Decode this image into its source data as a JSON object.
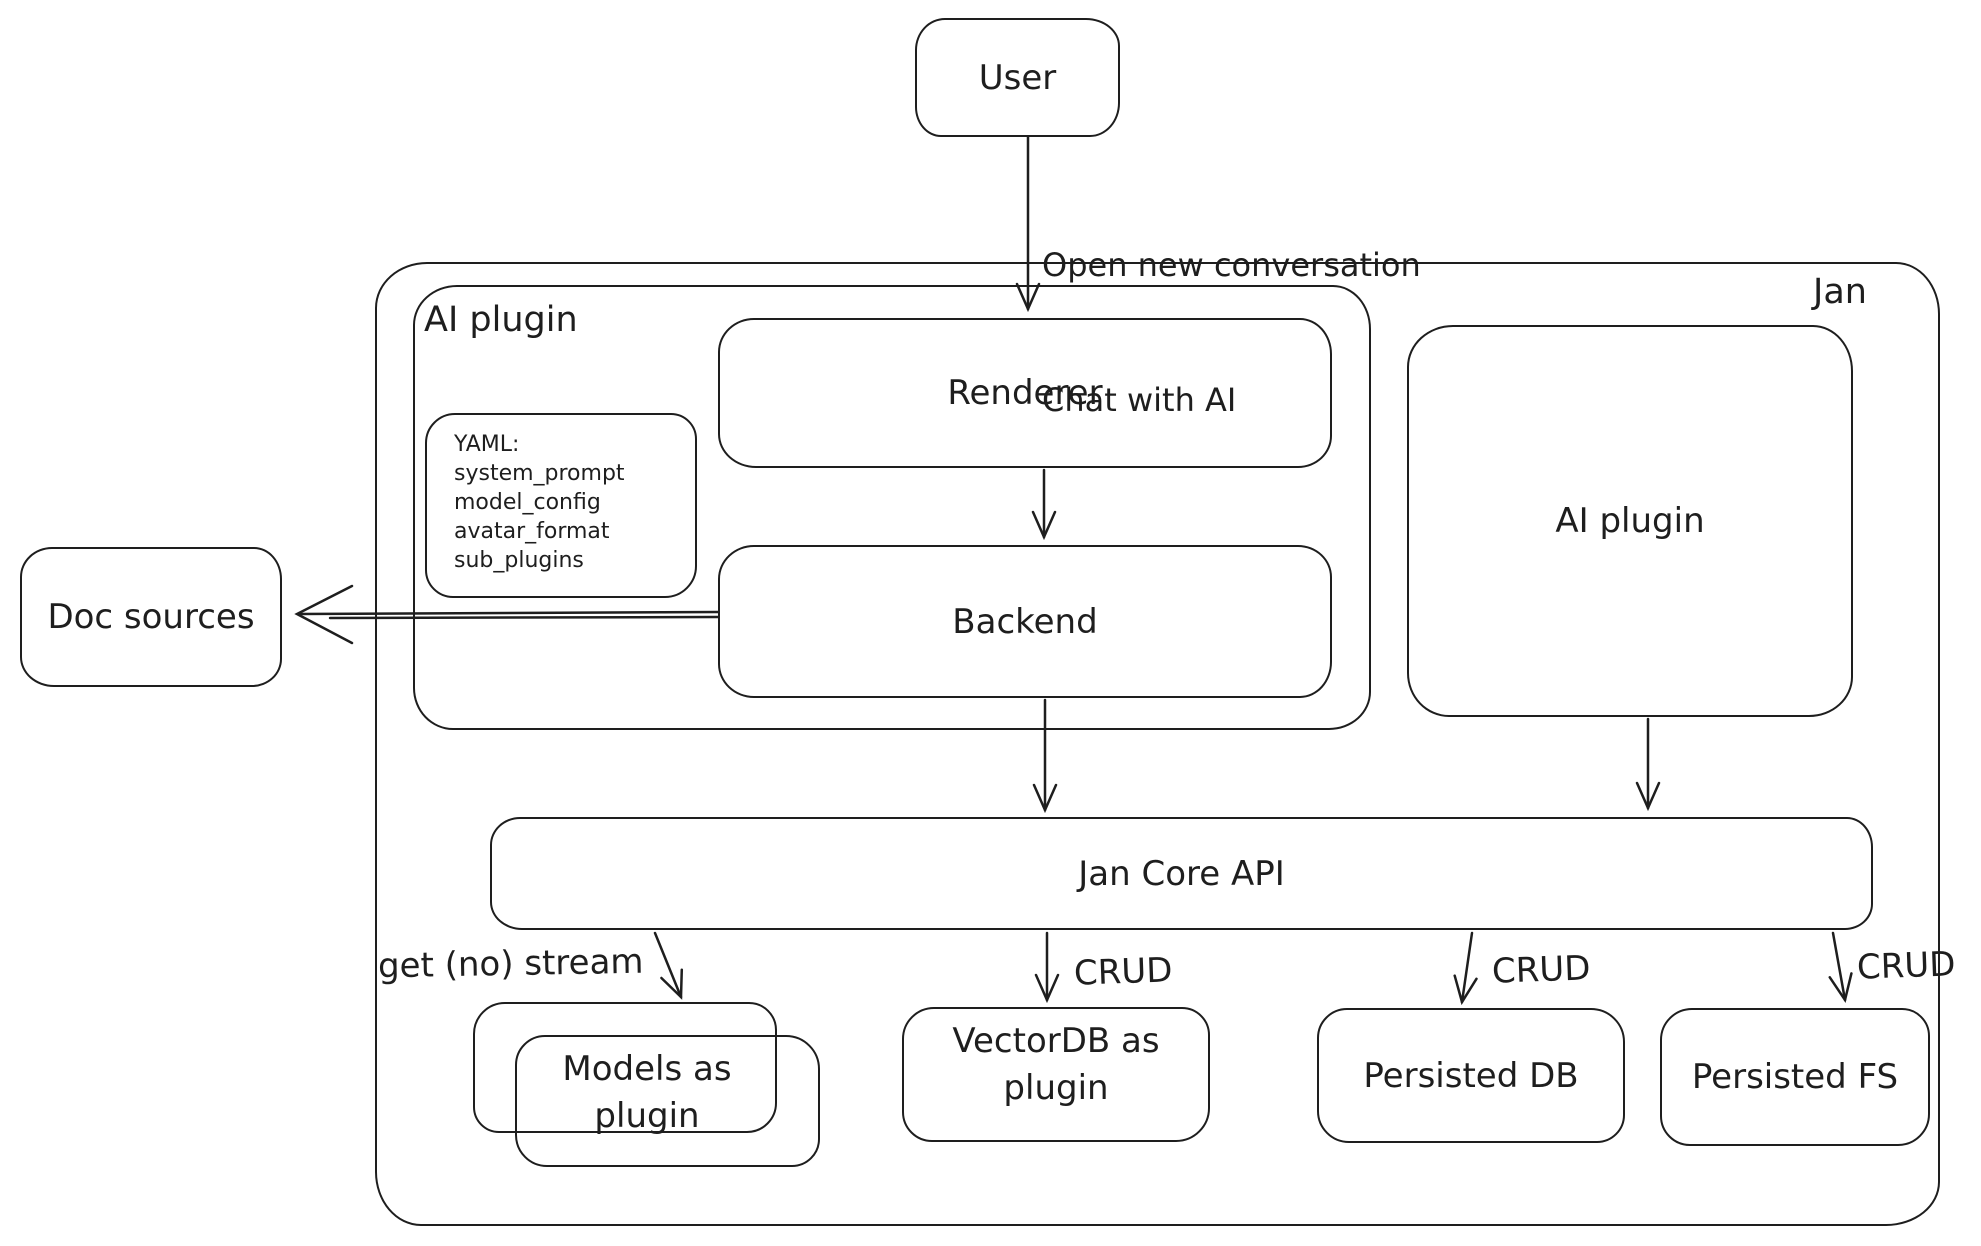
{
  "diagram": {
    "container_label": "Jan",
    "nodes": {
      "user": "User",
      "ai_plugin_container": "AI plugin",
      "renderer": "Renderer",
      "backend": "Backend",
      "ai_plugin_right": "AI plugin",
      "doc_sources": "Doc sources",
      "jan_core_api": "Jan Core API",
      "models_as_plugin": "Models as plugin",
      "vectordb_as_plugin": "VectorDB as plugin",
      "persisted_db": "Persisted DB",
      "persisted_fs": "Persisted FS"
    },
    "yaml_note": {
      "title": "YAML:",
      "lines": [
        "system_prompt",
        "model_config",
        "avatar_format",
        "sub_plugins"
      ]
    },
    "edge_labels": {
      "user_to_renderer_line1": "Open new conversation",
      "user_to_renderer_line2": "Chat with AI",
      "jan_core_to_models": "get (no) stream",
      "jan_core_to_vectordb": "CRUD",
      "jan_core_to_persisted_db": "CRUD",
      "jan_core_to_persisted_fs": "CRUD"
    },
    "colors": {
      "stroke": "#1e1e1e",
      "background": "#ffffff"
    }
  }
}
